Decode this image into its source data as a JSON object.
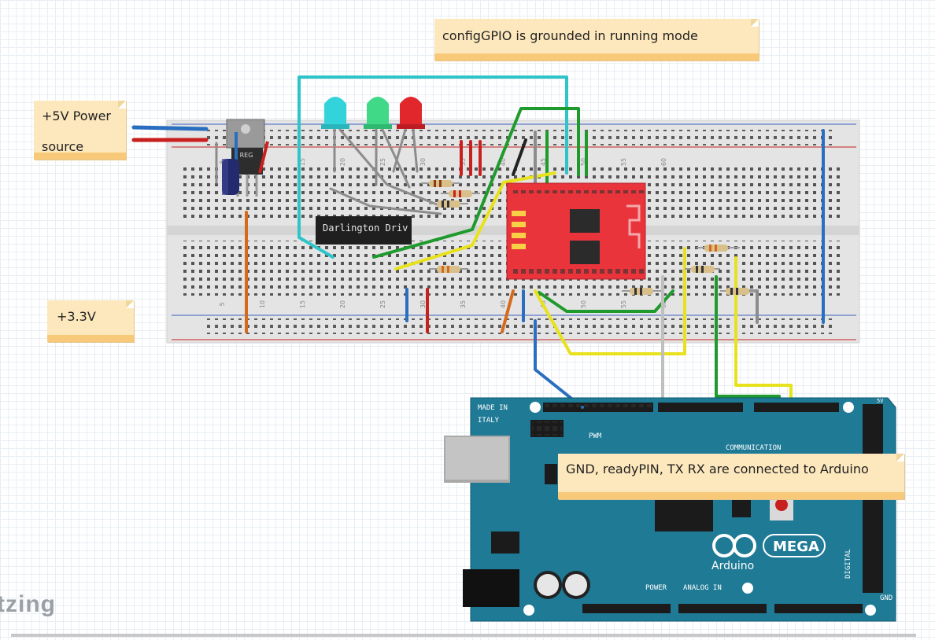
{
  "notes": {
    "gpio": "configGPIO is grounded in running mode",
    "power_line1": "+5V Power",
    "power_line2": "source",
    "v33": "+3.3V",
    "gnd": "GND, readyPIN, TX RX are connected to Arduino"
  },
  "components": {
    "regulator_label": "REG",
    "chip_label": "Darlington Driv",
    "arduino_brand": "Arduino",
    "arduino_model": "MEGA",
    "arduino_made": "MADE IN",
    "arduino_country": "ITALY",
    "arduino_pwm": "PWM",
    "arduino_comm": "COMMUNICATION",
    "arduino_power": "POWER",
    "arduino_analog": "ANALOG IN",
    "arduino_digital": "DIGITAL",
    "arduino_gnd": "GND",
    "arduino_5v": "5V"
  },
  "breadboard_numbers": [
    "5",
    "10",
    "15",
    "20",
    "25",
    "30",
    "35",
    "40",
    "45",
    "50",
    "55",
    "60"
  ],
  "watermark": "tzing",
  "colors": {
    "wire_blue": "#2a6fbf",
    "wire_red": "#c8201e",
    "wire_green": "#1f9a2c",
    "wire_yellow": "#e8e21c",
    "wire_cyan": "#2ec4c9",
    "wire_orange": "#d66a1c",
    "wire_grey": "#8c8c8c",
    "board_red": "#e8343a",
    "arduino_teal": "#1f7a96",
    "note_bg": "#fde8bd"
  }
}
